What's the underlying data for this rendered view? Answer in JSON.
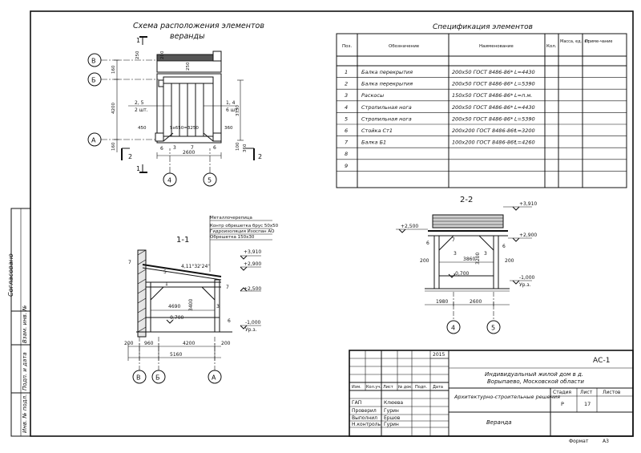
{
  "plan": {
    "title_line1": "Схема расположения элементов",
    "title_line2": "веранды",
    "axes": {
      "v": "В",
      "b": "Б",
      "a": "А",
      "n4": "4",
      "n5": "5"
    },
    "section_marks": {
      "one": "1",
      "two": "2"
    },
    "labels": {
      "group_left": "2, 5",
      "group_left_qty": "2 шт.",
      "group_right": "1, 4",
      "group_right_qty": "6 шт.",
      "pitch": "5х650=3250",
      "w_total": "2600",
      "d_4200": "4200",
      "d_3730": "3730",
      "d_450": "450",
      "d_360": "360",
      "d_160": "160",
      "d_250": "250",
      "d_200": "200",
      "d_100": "100",
      "m6": "6",
      "m7": "7",
      "m3": "3"
    }
  },
  "spec": {
    "title": "Спецификация элементов",
    "headers": [
      "Поз.",
      "Обозначение",
      "Наименование",
      "Кол.",
      "Масса, ед., кг",
      "Приме-чание"
    ],
    "rows": [
      {
        "pos": "1",
        "name": "Балка перекрытия",
        "spec": "200х50 ГОСТ 8486-86*",
        "len": "L=4430"
      },
      {
        "pos": "2",
        "name": "Балка перекрытия",
        "spec": "200х50 ГОСТ 8486-86*",
        "len": "L=5390"
      },
      {
        "pos": "3",
        "name": "Раскосы",
        "spec": "150х50 ГОСТ 8486-86*",
        "len": "L=п.м."
      },
      {
        "pos": "4",
        "name": "Стропильная нога",
        "spec": "200х50 ГОСТ 8486-86*",
        "len": "L=4430"
      },
      {
        "pos": "5",
        "name": "Стропильная нога",
        "spec": "200х50 ГОСТ 8486-86*",
        "len": "L=5390"
      },
      {
        "pos": "6",
        "name": "Стойка Ст1",
        "spec": "200х200 ГОСТ 8486-86*",
        "len": "L=3200"
      },
      {
        "pos": "7",
        "name": "Балка Б1",
        "spec": "100х200 ГОСТ 8486-86*",
        "len": "L=4260"
      },
      {
        "pos": "8",
        "name": "",
        "spec": "",
        "len": ""
      },
      {
        "pos": "9",
        "name": "",
        "spec": "",
        "len": ""
      }
    ]
  },
  "section11": {
    "title": "1-1",
    "roof_layers": [
      "Металлочерепица",
      "Контр обрешетка брус 50х50",
      "Гидроизоляция Изоспан АО",
      "Обрешетка 150х30"
    ],
    "slope": "4,11°32'24''",
    "levels": [
      "+3,910",
      "+2,900",
      "+2,500",
      "-0,700",
      "-1,000"
    ],
    "level_note": "Ур.з.",
    "dims": {
      "h": "3400",
      "w1": "4690",
      "w2": "4200",
      "w3": "5160",
      "l200a": "200",
      "l960": "960",
      "l200b": "200"
    },
    "marks": [
      "7",
      "5",
      "1",
      "7",
      "3",
      "6"
    ],
    "axes": [
      "В",
      "Б",
      "А"
    ]
  },
  "section22": {
    "title": "2-2",
    "levels": [
      "+3,910",
      "+2,500",
      "+2,900",
      "-0,700",
      "-1,000"
    ],
    "level_note": "Ур.з.",
    "dims": {
      "w": "3860",
      "h": "3200",
      "d200a": "200",
      "d200b": "200",
      "d1980": "1980",
      "d2600": "2600"
    },
    "marks": [
      "6",
      "7",
      "6",
      "3",
      "3"
    ],
    "axes": [
      "4",
      "5"
    ]
  },
  "side_stamp": {
    "agreed": "Согласовано",
    "inv_replace": "Взам. инв. №",
    "sign_date": "Подп. и дата",
    "inv_orig": "Инв. № подл."
  },
  "title_block": {
    "year": "2015",
    "code": "АС-1",
    "project_line1": "Индивидуальный жилой дом в д.",
    "project_line2": "Ворыпаево, Московской области",
    "col_headers": [
      "Изм.",
      "Кол.уч.",
      "Лист",
      "№ док.",
      "Подп.",
      "Дата"
    ],
    "section_name": "Архитектурно-строительные решения",
    "stage_h": "Стадия",
    "sheet_h": "Лист",
    "sheets_h": "Листов",
    "stage": "Р",
    "sheet": "17",
    "sheets": "",
    "drawing_name": "Веранда",
    "people": [
      {
        "role": "ГАП",
        "name": "Клюева"
      },
      {
        "role": "Проверил",
        "name": "Гурин"
      },
      {
        "role": "Выполнил",
        "name": "Ершов"
      },
      {
        "role": "Н.контроль",
        "name": "Гурин"
      }
    ],
    "format_label": "Формат",
    "format_value": "А3"
  }
}
